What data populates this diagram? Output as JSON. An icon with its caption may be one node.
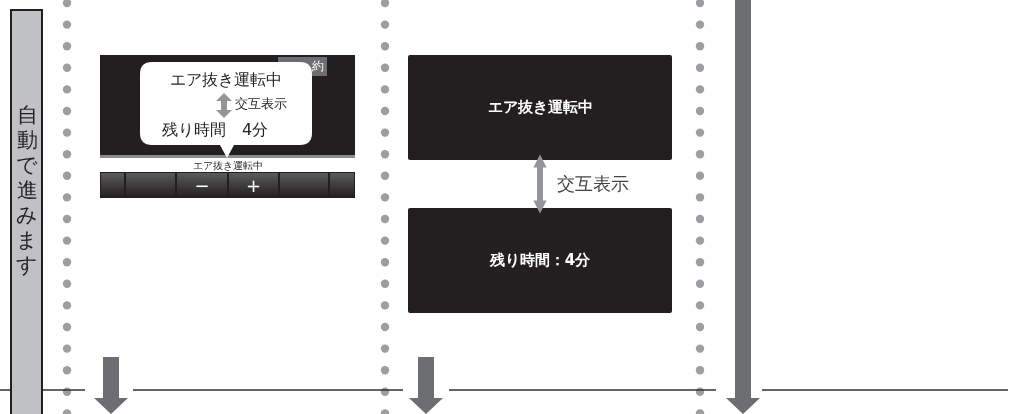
{
  "diagram": {
    "nodes": [
      {
        "text": [
          "自動で進みます"
        ]
      },
      {
        "text": [
          "エア抜き運転中",
          "交互表示",
          "残り時間　4分"
        ]
      },
      {
        "text": [
          "エア抜き運転中"
        ]
      },
      {
        "text": [
          "残り時間：4分"
        ]
      }
    ],
    "edges": [
      {
        "from": 2,
        "to": 3,
        "arrow": "both",
        "label": "交互表示"
      }
    ],
    "labels": [
      "約",
      "エア抜き運転中",
      "−",
      "+"
    ]
  }
}
